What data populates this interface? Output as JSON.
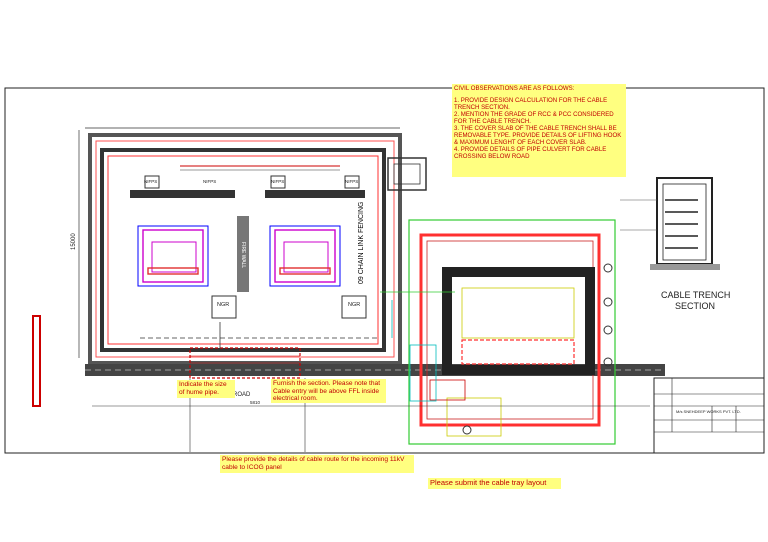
{
  "observations": {
    "heading": "CIVIL OBSERVATIONS ARE AS FOLLOWS:",
    "items": [
      "1. PROVIDE DESIGN CALCULATION FOR THE CABLE TRENCH SECTION.",
      "2. MENTION THE GRADE OF RCC & PCC CONSIDERED FOR THE CABLE TRENCH.",
      "3. THE COVER SLAB OF THE CABLE TRENCH SHALL BE REMOVABLE TYPE. PROVIDE DETAILS OF LIFTING HOOK & MAXIMUM LENGHT OF EACH COVER SLAB.",
      "4. PROVIDE DETAILS OF PIPE CULVERT FOR CABLE CROSSING BELOW ROAD"
    ]
  },
  "comments": {
    "hume_pipe": "Indicate the size of hume pipe.",
    "section": "Furnish the section. Please note that Cable entry will be above FFL inside electrical room.",
    "cable_route": "Please provide the details of cable route for the incoming 11kV cable to ICOG panel",
    "cable_tray": "Please submit the cable tray layout"
  },
  "labels": {
    "chain_link": "09 CHAIN LINK FENCING",
    "road": "ROAD",
    "trench_title_1": "CABLE TRENCH",
    "trench_title_2": "SECTION",
    "ngr_left": "NGR",
    "ngr_right": "NGR",
    "nifps_1": "NIFPS",
    "nifps_2": "NIFPS",
    "nifps_3": "NIFPS",
    "nifps_4": "NIFPS",
    "fire_wall": "FIRE WALL",
    "dim_vertical": "15000",
    "dim_bottom": "5810",
    "title_company": "M/s SNEHDEEP WORKS PVT. LTD."
  },
  "colors": {
    "note_bg": "#ffff80",
    "note_text": "#c00000",
    "fence": "#00c000",
    "wall": "#ff3030",
    "equipment": "#cc00cc"
  }
}
